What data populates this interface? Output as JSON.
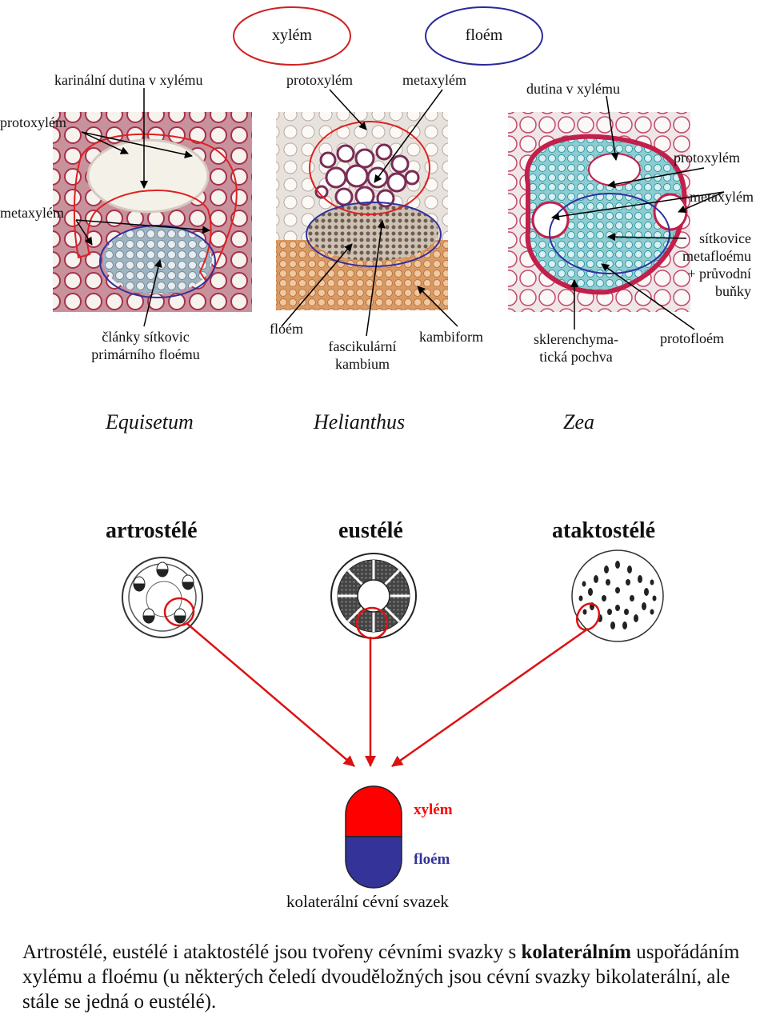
{
  "top_ovals": {
    "xylem": "xylém",
    "phloem": "floém"
  },
  "equisetum_labels": {
    "carinal_canal": "karinální dutina v xylému",
    "protoxylem": "protoxylém",
    "metaxylem": "metaxylém",
    "sieve_line1": "články sítkovic",
    "sieve_line2": "primárního floému"
  },
  "helianthus_labels": {
    "protoxylem": "protoxylém",
    "metaxylem": "metaxylém",
    "phloem": "floém",
    "cambium_line1": "fascikulární",
    "cambium_line2": "kambium",
    "cambiform": "kambiform"
  },
  "zea_labels": {
    "xylem_cavity": "dutina v xylému",
    "protoxylem": "protoxylém",
    "metaxylem": "metaxylém",
    "sieve_line1": "sítkovice",
    "sieve_line2": "metafloému",
    "sieve_line3": "+ průvodní",
    "sieve_line4": "buňky",
    "sheath_line1": "sklerenchyma-",
    "sheath_line2": "tická pochva",
    "protophloem": "protofloém"
  },
  "genera": [
    "Equisetum",
    "Helianthus",
    "Zea"
  ],
  "stele_types": [
    "artrostélé",
    "eustélé",
    "ataktostélé"
  ],
  "bundle_legend": {
    "xylem": "xylém",
    "phloem": "floém",
    "caption": "kolaterální cévní svazek"
  },
  "colors": {
    "xylem_red": "#ff0000",
    "phloem_blue": "#333399",
    "arrow_red": "#dd1111"
  },
  "paragraph": {
    "part1": "Artrostélé, eustélé i ataktostélé jsou tvořeny cévními svazky s ",
    "bold": "kolaterálním",
    "part2": " uspořádáním xylému a floému (u některých čeledí dvouděložných jsou cévní svazky bikolaterální, ale stále se jedná o eustélé)."
  }
}
